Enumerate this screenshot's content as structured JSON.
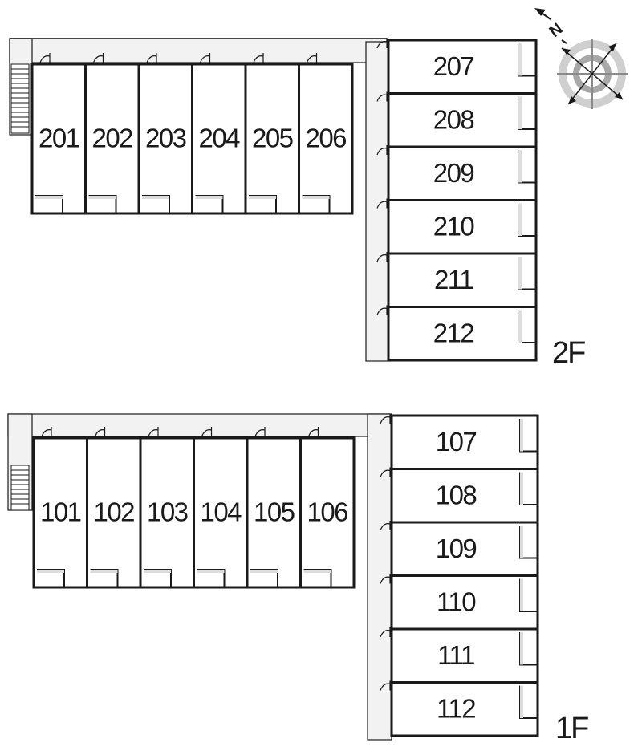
{
  "floors": [
    {
      "label": "2F",
      "row_units": [
        "201",
        "202",
        "203",
        "204",
        "205",
        "206"
      ],
      "column_units": [
        "207",
        "208",
        "209",
        "210",
        "211",
        "212"
      ]
    },
    {
      "label": "1F",
      "row_units": [
        "101",
        "102",
        "103",
        "104",
        "105",
        "106"
      ],
      "column_units": [
        "107",
        "108",
        "109",
        "110",
        "111",
        "112"
      ]
    }
  ],
  "compass": {
    "letter": "N",
    "icon": "compass-rose-icon"
  },
  "colors": {
    "wall": "#1a1a1a",
    "corridor_fill": "#f2f2f2",
    "compass_ring": "#9a9a9a"
  }
}
